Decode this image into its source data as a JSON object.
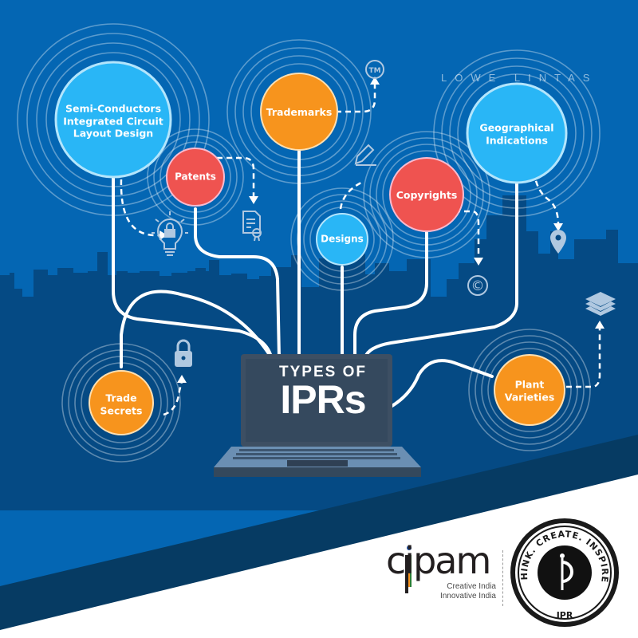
{
  "watermark": "LOWE LINTAS",
  "center": {
    "line1": "TYPES OF",
    "line2": "IPRs"
  },
  "categories": [
    {
      "id": "semiconductors",
      "line1": "Semi-Conductors",
      "line2": "Integrated Circuit",
      "line3": "Layout Design",
      "color": "#29b6f6",
      "icon": "lightbulb-lock-icon"
    },
    {
      "id": "patents",
      "line1": "Patents",
      "color": "#ef5350",
      "icon": "certificate-document-icon"
    },
    {
      "id": "trademarks",
      "line1": "Trademarks",
      "color": "#f7941d",
      "icon": "trademark-icon"
    },
    {
      "id": "designs",
      "line1": "Designs",
      "color": "#29b6f6",
      "icon": "pencil-icon"
    },
    {
      "id": "copyrights",
      "line1": "Copyrights",
      "color": "#ef5350",
      "icon": "copyright-icon"
    },
    {
      "id": "geographical",
      "line1": "Geographical",
      "line2": "Indications",
      "color": "#29b6f6",
      "icon": "map-pin-icon"
    },
    {
      "id": "plant",
      "line1": "Plant",
      "line2": "Varieties",
      "color": "#f7941d",
      "icon": "layers-icon"
    },
    {
      "id": "trade-secrets",
      "line1": "Trade",
      "line2": "Secrets",
      "color": "#f7941d",
      "icon": "padlock-icon"
    }
  ],
  "icons": {
    "trademark_glyph": "TM",
    "copyright_glyph": "©"
  },
  "footer": {
    "cipam_brand": "cipam",
    "cipam_tagline1": "Creative India",
    "cipam_tagline2": "Innovative India",
    "seal_top": "THINK. CREATE. INSPIRE.",
    "seal_bottom": "IPR"
  },
  "colors": {
    "background_blue": "#0466b3",
    "skyline_dark": "#054a84",
    "band_dark": "#063b63",
    "accent_orange": "#f7941d",
    "accent_red": "#ef5350",
    "accent_cyan": "#29b6f6"
  }
}
